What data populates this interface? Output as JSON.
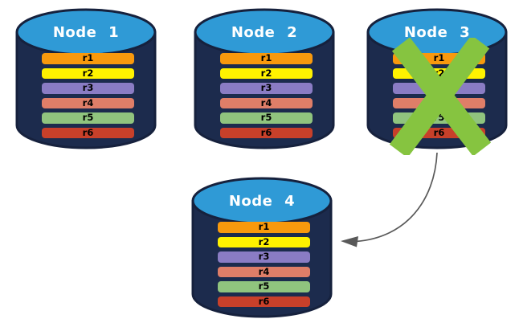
{
  "diagram": {
    "description": "Four database nodes each holding replicas r1-r6; Node 3 is crossed out as failed and an arrow points from Node 3 to Node 4",
    "nodes": [
      {
        "label": "Node 1",
        "failed": false,
        "shards": [
          {
            "label": "r1",
            "color": "#F8990D"
          },
          {
            "label": "r2",
            "color": "#FFF200"
          },
          {
            "label": "r3",
            "color": "#8A7CC4"
          },
          {
            "label": "r4",
            "color": "#DF7E68"
          },
          {
            "label": "r5",
            "color": "#90C47E"
          },
          {
            "label": "r6",
            "color": "#C8402A"
          }
        ]
      },
      {
        "label": "Node 2",
        "failed": false,
        "shards": [
          {
            "label": "r1",
            "color": "#F8990D"
          },
          {
            "label": "r2",
            "color": "#FFF200"
          },
          {
            "label": "r3",
            "color": "#8A7CC4"
          },
          {
            "label": "r4",
            "color": "#DF7E68"
          },
          {
            "label": "r5",
            "color": "#90C47E"
          },
          {
            "label": "r6",
            "color": "#C8402A"
          }
        ]
      },
      {
        "label": "Node 3",
        "failed": true,
        "shards": [
          {
            "label": "r1",
            "color": "#F8990D"
          },
          {
            "label": "r2",
            "color": "#FFF200"
          },
          {
            "label": "r3",
            "color": "#8A7CC4"
          },
          {
            "label": "r4",
            "color": "#DF7E68"
          },
          {
            "label": "r5",
            "color": "#90C47E"
          },
          {
            "label": "r6",
            "color": "#C8402A"
          }
        ]
      },
      {
        "label": "Node 4",
        "failed": false,
        "shards": [
          {
            "label": "r1",
            "color": "#F8990D"
          },
          {
            "label": "r2",
            "color": "#FFF200"
          },
          {
            "label": "r3",
            "color": "#8A7CC4"
          },
          {
            "label": "r4",
            "color": "#DF7E68"
          },
          {
            "label": "r5",
            "color": "#90C47E"
          },
          {
            "label": "r6",
            "color": "#C8402A"
          }
        ]
      }
    ],
    "arrow": {
      "from": "Node 3",
      "to": "Node 4"
    },
    "colors": {
      "cylinder_body": "#1C2B4D",
      "cylinder_top": "#2F9AD6",
      "cylinder_outline": "#16213D",
      "failure_x": "#86C440",
      "arrow": "#595959"
    }
  }
}
